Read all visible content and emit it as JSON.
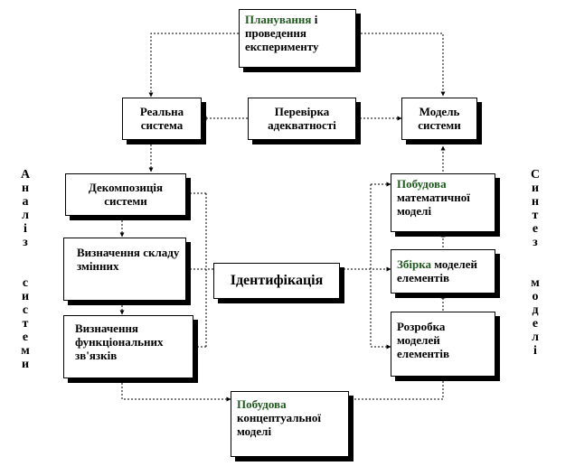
{
  "boxes": {
    "planning": {
      "highlight": "Планування",
      "rest": " і проведення експерименту"
    },
    "real_system": "Реальна система",
    "adequacy_check": "Перевірка адекватності",
    "system_model": "Модель системи",
    "decomposition": "Декомпозиція системи",
    "variables_composition": "Визначення складу змінних",
    "functional_links": "Визначення функціональних зв'язків",
    "identification": "Ідентифікація",
    "math_model": {
      "highlight": "Побудова",
      "rest": " математичної моделі"
    },
    "assembly": {
      "highlight": "Збірка",
      "rest": " моделей елементів"
    },
    "element_models": "Розробка моделей елементів",
    "conceptual_model": {
      "highlight": "Побудова",
      "rest": " концептуальної моделі"
    }
  },
  "side_labels": {
    "left": "Аналіз системи",
    "right": "Синтез моделі"
  },
  "colors": {
    "highlight": "#1f5a1f",
    "stroke": "#000000"
  }
}
